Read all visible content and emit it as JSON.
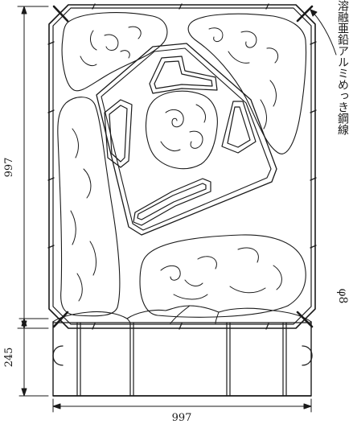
{
  "plan_view": {
    "height_dimension": "997"
  },
  "side_view": {
    "height_dimension": "245",
    "width_dimension": "997"
  },
  "wire_note": {
    "material": "溶融亜鉛アルミめっき鋼線",
    "diameter": "φ8"
  }
}
